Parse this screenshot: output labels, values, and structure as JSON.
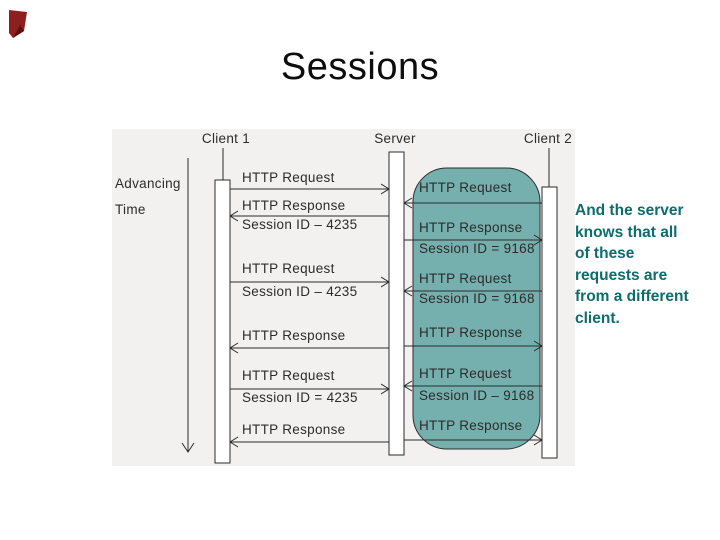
{
  "slide": {
    "title": "Sessions",
    "corner_accent_color": "#8e1f1f"
  },
  "diagram": {
    "time_label_line1": "Advancing",
    "time_label_line2": "Time",
    "lifelines": [
      {
        "name": "Client 1"
      },
      {
        "name": "Server"
      },
      {
        "name": "Client 2"
      }
    ],
    "highlight_color": "#76b0ae",
    "client1_messages": [
      {
        "label": "HTTP Request",
        "sublabel": ""
      },
      {
        "label": "HTTP Response",
        "sublabel": "Session ID – 4235"
      },
      {
        "label": "HTTP Request",
        "sublabel": "Session ID – 4235"
      },
      {
        "label": "HTTP Response",
        "sublabel": ""
      },
      {
        "label": "HTTP Request",
        "sublabel": "Session ID = 4235"
      },
      {
        "label": "HTTP Response",
        "sublabel": ""
      }
    ],
    "client2_messages": [
      {
        "label": "HTTP Request",
        "sublabel": ""
      },
      {
        "label": "HTTP Response",
        "sublabel": "Session ID = 9168"
      },
      {
        "label": "HTTP Request",
        "sublabel": "Session ID = 9168"
      },
      {
        "label": "HTTP Response",
        "sublabel": ""
      },
      {
        "label": "HTTP Request",
        "sublabel": "Session ID – 9168"
      },
      {
        "label": "HTTP Response",
        "sublabel": ""
      }
    ]
  },
  "sidebar": {
    "note": "And the server\nknows that all\nof these\nrequests are\nfrom a different\nclient."
  }
}
